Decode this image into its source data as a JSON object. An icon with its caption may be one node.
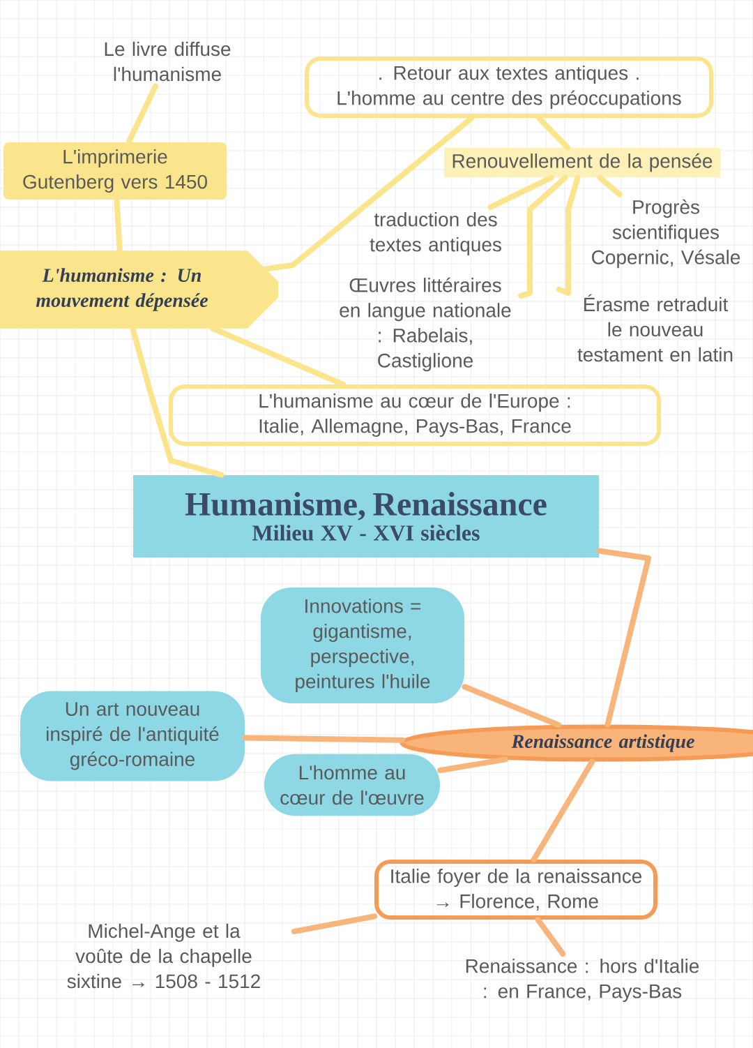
{
  "diagram": {
    "nodes": [
      {
        "text": [
          "Le livre diffuse l'humanisme"
        ]
      },
      {
        "text": [
          "L'imprimerie Gutenberg vers 1450"
        ]
      },
      {
        "text": [
          "L'humanisme : Un mouvement dépensée"
        ]
      },
      {
        "text": [
          ". Retour aux textes antiques . L'homme au centre des préoccupations"
        ]
      },
      {
        "text": [
          "Renouvellement de la pensée"
        ]
      },
      {
        "text": [
          "traduction des textes antiques"
        ]
      },
      {
        "text": [
          "Progrès scientifiques Copernic, Vésale"
        ]
      },
      {
        "text": [
          "Œuvres littéraires en langue nationale : Rabelais, Castiglione"
        ]
      },
      {
        "text": [
          "Érasme retraduit le nouveau testament en latin"
        ]
      },
      {
        "text": [
          "L'humanisme au cœur de l'Europe : Italie, Allemagne, Pays-Bas, France"
        ]
      },
      {
        "text": [
          "Humanisme, Renaissance",
          "Milieu XV - XVI siècles"
        ]
      },
      {
        "text": [
          "Innovations = gigantisme, perspective, peintures l'huile"
        ]
      },
      {
        "text": [
          "Un art nouveau inspiré de l'antiquité gréco-romaine"
        ]
      },
      {
        "text": [
          "L'homme au cœur de l'œuvre"
        ]
      },
      {
        "text": [
          "Renaissance artistique"
        ]
      },
      {
        "text": [
          "Italie foyer de la renaissance → Florence, Rome"
        ]
      },
      {
        "text": [
          "Michel-Ange et la voûte de la chapelle sixtine → 1508 - 1512"
        ]
      },
      {
        "text": [
          "Renaissance : hors d'Italie : en France, Pays-Bas"
        ]
      }
    ],
    "edges": [
      {
        "from": 0,
        "to": 1,
        "arrow": "none"
      },
      {
        "from": 1,
        "to": 2,
        "arrow": "none"
      },
      {
        "from": 2,
        "to": 3,
        "arrow": "none"
      },
      {
        "from": 3,
        "to": 4,
        "arrow": "none"
      },
      {
        "from": 4,
        "to": 5,
        "arrow": "none"
      },
      {
        "from": 4,
        "to": 7,
        "arrow": "none"
      },
      {
        "from": 4,
        "to": 6,
        "arrow": "none"
      },
      {
        "from": 4,
        "to": 8,
        "arrow": "none"
      },
      {
        "from": 2,
        "to": 9,
        "arrow": "none"
      },
      {
        "from": 2,
        "to": 10,
        "arrow": "none"
      },
      {
        "from": 10,
        "to": 14,
        "arrow": "none",
        "color": "#f7b57c"
      },
      {
        "from": 14,
        "to": 11,
        "arrow": "none",
        "color": "#f7b57c"
      },
      {
        "from": 14,
        "to": 12,
        "arrow": "none",
        "color": "#f7b57c"
      },
      {
        "from": 14,
        "to": 13,
        "arrow": "none",
        "color": "#f7b57c"
      },
      {
        "from": 14,
        "to": 15,
        "arrow": "none",
        "color": "#f7b57c"
      },
      {
        "from": 15,
        "to": 16,
        "arrow": "none",
        "color": "#f7b57c"
      },
      {
        "from": 15,
        "to": 17,
        "arrow": "none",
        "color": "#f7b57c"
      }
    ]
  }
}
